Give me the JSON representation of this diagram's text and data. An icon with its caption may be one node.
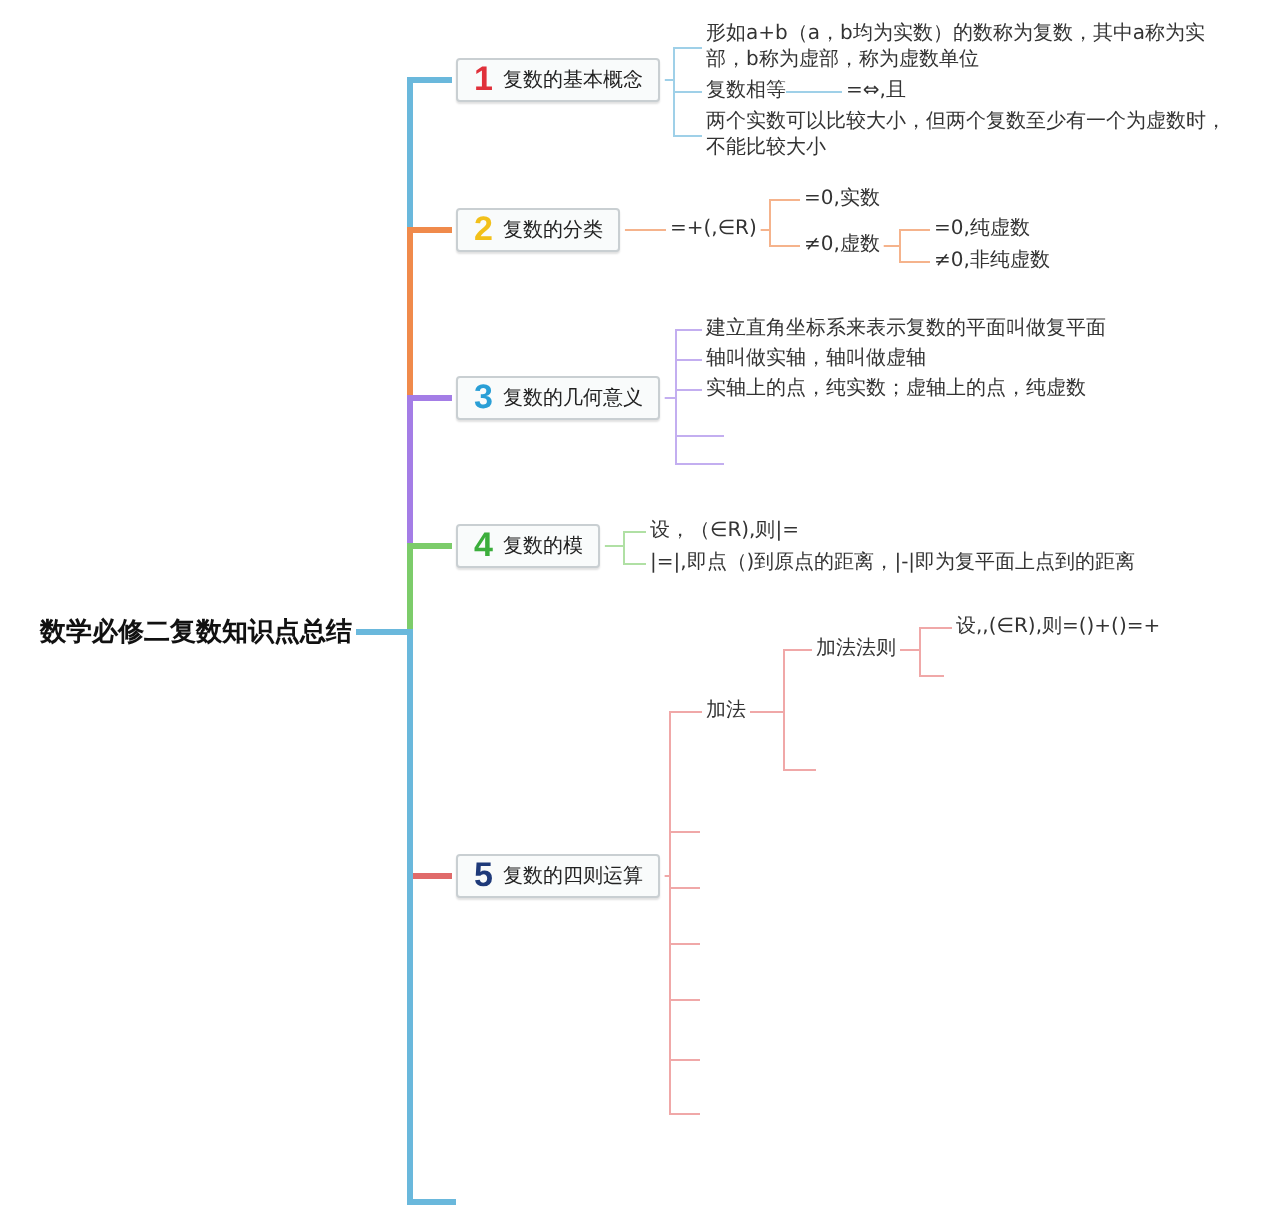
{
  "diagram": {
    "nodes": [
      {
        "text": [
          "数学必修二复数知识点总结"
        ]
      },
      {
        "text": [
          "1",
          "复数的基本概念"
        ]
      },
      {
        "text": [
          "形如a+b（a，b均为实数）的数称为复数，其中a称为实部，b称为虚部，称为虚数单位"
        ]
      },
      {
        "text": [
          "复数相等"
        ]
      },
      {
        "text": [
          "=⇔,且"
        ]
      },
      {
        "text": [
          "两个实数可以比较大小，但两个复数至少有一个为虚数时，不能比较大小"
        ]
      },
      {
        "text": [
          "2",
          "复数的分类"
        ]
      },
      {
        "text": [
          "=+(,∈R)"
        ]
      },
      {
        "text": [
          "=0,实数"
        ]
      },
      {
        "text": [
          "≠0,虚数"
        ]
      },
      {
        "text": [
          "=0,纯虚数"
        ]
      },
      {
        "text": [
          "≠0,非纯虚数"
        ]
      },
      {
        "text": [
          "3",
          "复数的几何意义"
        ]
      },
      {
        "text": [
          "建立直角坐标系来表示复数的平面叫做复平面"
        ]
      },
      {
        "text": [
          "轴叫做实轴，轴叫做虚轴"
        ]
      },
      {
        "text": [
          "实轴上的点，纯实数；虚轴上的点，纯虚数"
        ]
      },
      {
        "text": [
          "4",
          "复数的模"
        ]
      },
      {
        "text": [
          "设，（∈R),则|="
        ]
      },
      {
        "text": [
          "|=|,即点（)到原点的距离，|-|即为复平面上点到的距离"
        ]
      },
      {
        "text": [
          "5",
          "复数的四则运算"
        ]
      },
      {
        "text": [
          "加法"
        ]
      },
      {
        "text": [
          "加法法则"
        ]
      },
      {
        "text": [
          "设,,(∈R),则=()+()=+"
        ]
      }
    ],
    "edges": [
      {
        "from": 0,
        "to": 1,
        "arrow": "none",
        "style": "thick",
        "color": "#6ab8dc"
      },
      {
        "from": 0,
        "to": 6,
        "arrow": "none",
        "style": "thick",
        "color": "#f08a4b"
      },
      {
        "from": 0,
        "to": 12,
        "arrow": "none",
        "style": "thick",
        "color": "#a47de6"
      },
      {
        "from": 0,
        "to": 16,
        "arrow": "none",
        "style": "thick",
        "color": "#7ccc6a"
      },
      {
        "from": 0,
        "to": 19,
        "arrow": "none",
        "style": "thick",
        "color": "#e06a6a"
      },
      {
        "from": 0,
        "to": null,
        "arrow": "none",
        "style": "thick",
        "color": "#6ab8dc"
      },
      {
        "from": 1,
        "to": 2,
        "arrow": "none",
        "color": "#9fd0e8"
      },
      {
        "from": 1,
        "to": 3,
        "arrow": "none",
        "color": "#9fd0e8"
      },
      {
        "from": 3,
        "to": 4,
        "arrow": "none",
        "color": "#9fd0e8"
      },
      {
        "from": 1,
        "to": 5,
        "arrow": "none",
        "color": "#9fd0e8"
      },
      {
        "from": 6,
        "to": 7,
        "arrow": "none",
        "color": "#f5b38c"
      },
      {
        "from": 7,
        "to": 8,
        "arrow": "none",
        "color": "#f5b38c"
      },
      {
        "from": 7,
        "to": 9,
        "arrow": "none",
        "color": "#f5b38c"
      },
      {
        "from": 9,
        "to": 10,
        "arrow": "none",
        "color": "#f5b38c"
      },
      {
        "from": 9,
        "to": 11,
        "arrow": "none",
        "color": "#f5b38c"
      },
      {
        "from": 12,
        "to": 13,
        "arrow": "none",
        "color": "#c3aef0"
      },
      {
        "from": 12,
        "to": 14,
        "arrow": "none",
        "color": "#c3aef0"
      },
      {
        "from": 12,
        "to": 15,
        "arrow": "none",
        "color": "#c3aef0"
      },
      {
        "from": 12,
        "to": null,
        "arrow": "none",
        "color": "#c3aef0"
      },
      {
        "from": 12,
        "to": null,
        "arrow": "none",
        "color": "#c3aef0"
      },
      {
        "from": 16,
        "to": 17,
        "arrow": "none",
        "color": "#b0e0a4"
      },
      {
        "from": 16,
        "to": 18,
        "arrow": "none",
        "color": "#b0e0a4"
      },
      {
        "from": 19,
        "to": 20,
        "arrow": "none",
        "color": "#f0a8a8"
      },
      {
        "from": 20,
        "to": 21,
        "arrow": "none",
        "color": "#f0a8a8"
      },
      {
        "from": 21,
        "to": 22,
        "arrow": "none",
        "color": "#f0a8a8"
      },
      {
        "from": 21,
        "to": null,
        "arrow": "none",
        "color": "#f0a8a8"
      },
      {
        "from": 20,
        "to": null,
        "arrow": "none",
        "color": "#f0a8a8"
      },
      {
        "from": 19,
        "to": null,
        "arrow": "none",
        "color": "#f0a8a8"
      },
      {
        "from": 19,
        "to": null,
        "arrow": "none",
        "color": "#f0a8a8"
      },
      {
        "from": 19,
        "to": null,
        "arrow": "none",
        "color": "#f0a8a8"
      },
      {
        "from": 19,
        "to": null,
        "arrow": "none",
        "color": "#f0a8a8"
      },
      {
        "from": 19,
        "to": null,
        "arrow": "none",
        "color": "#f0a8a8"
      },
      {
        "from": 19,
        "to": null,
        "arrow": "none",
        "color": "#f0a8a8"
      }
    ]
  }
}
